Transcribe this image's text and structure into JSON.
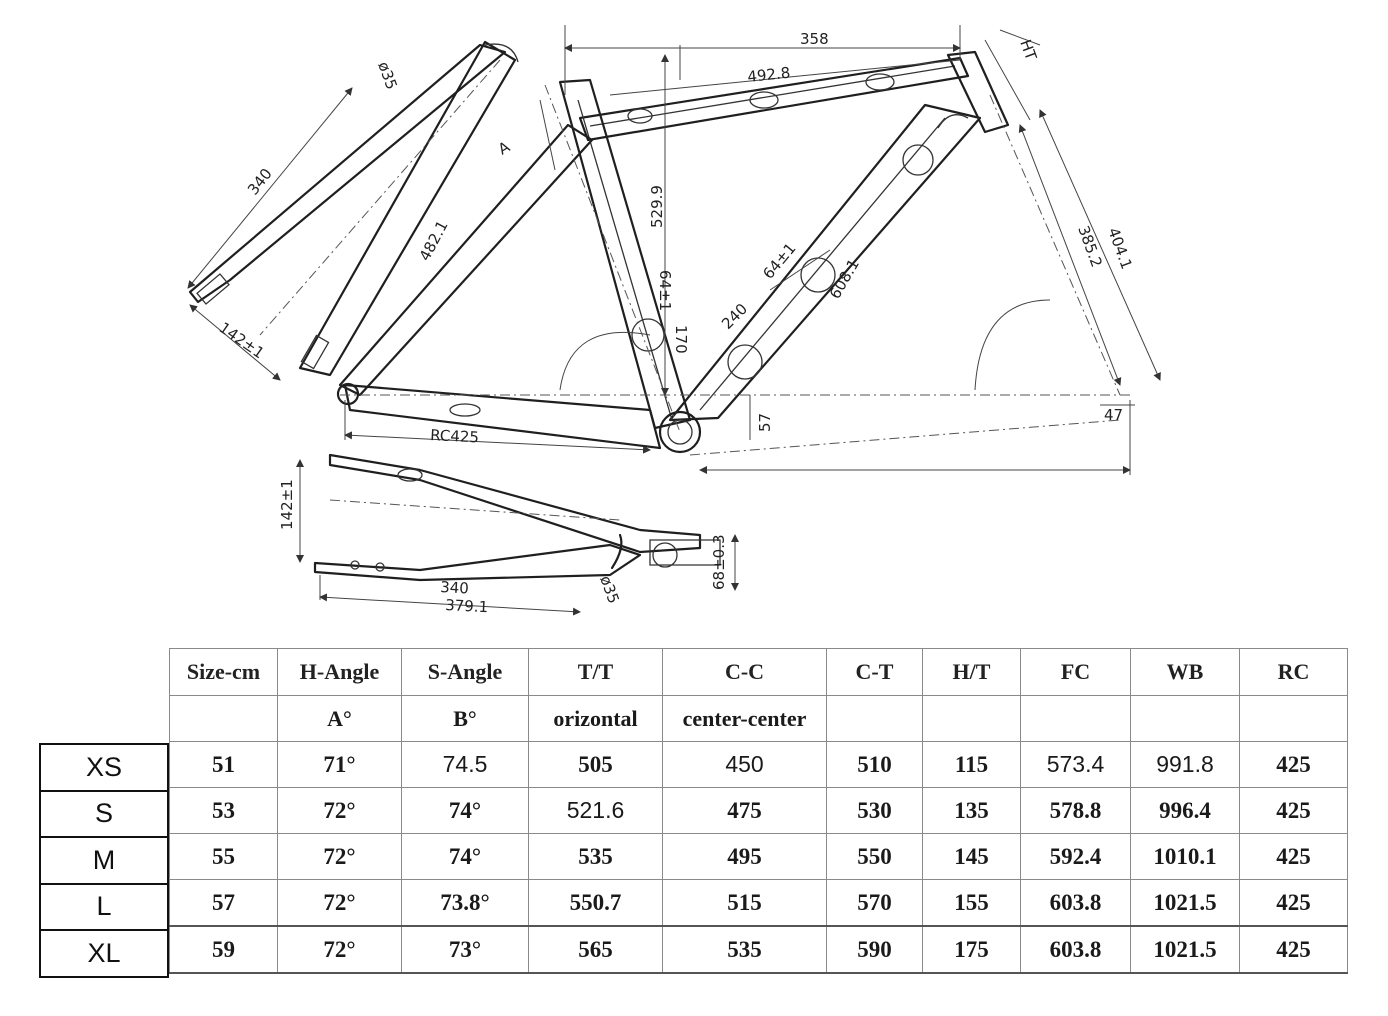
{
  "drawing": {
    "dimensions": {
      "d358": "358",
      "d492_8": "492.8",
      "ht": "HT",
      "d35_top": "ø35",
      "d340_fork": "340",
      "d142_top": "142±1",
      "d482_1": "482.1",
      "angle_a": "A",
      "d529_9": "529.9",
      "d64_seat": "64±1",
      "d170": "170",
      "d240": "240",
      "d64_down": "64±1",
      "d608_1": "608.1",
      "d385_2": "385.2",
      "d404_1": "404.1",
      "d47": "47",
      "d57": "57",
      "rc425": "RC425",
      "d142_bottom": "142±1",
      "d340_bottom": "340",
      "d379_1": "379.1",
      "d35_bottom": "ø35",
      "d68": "68±0.3"
    }
  },
  "sizes": [
    "XS",
    "S",
    "M",
    "L",
    "XL"
  ],
  "table": {
    "headers": [
      "Size-cm",
      "H-Angle",
      "S-Angle",
      "T/T",
      "C-C",
      "C-T",
      "H/T",
      "FC",
      "WB",
      "RC"
    ],
    "subheaders": [
      "",
      "A°",
      "B°",
      "orizontal",
      "center-center",
      "",
      "",
      "",
      "",
      ""
    ],
    "rows": [
      [
        "51",
        "71°",
        "74.5",
        "505",
        "450",
        "510",
        "115",
        "573.4",
        "991.8",
        "425"
      ],
      [
        "53",
        "72°",
        "74°",
        "521.6",
        "475",
        "530",
        "135",
        "578.8",
        "996.4",
        "425"
      ],
      [
        "55",
        "72°",
        "74°",
        "535",
        "495",
        "550",
        "145",
        "592.4",
        "1010.1",
        "425"
      ],
      [
        "57",
        "72°",
        "73.8°",
        "550.7",
        "515",
        "570",
        "155",
        "603.8",
        "1021.5",
        "425"
      ],
      [
        "59",
        "72°",
        "73°",
        "565",
        "535",
        "590",
        "175",
        "603.8",
        "1021.5",
        "425"
      ]
    ]
  }
}
